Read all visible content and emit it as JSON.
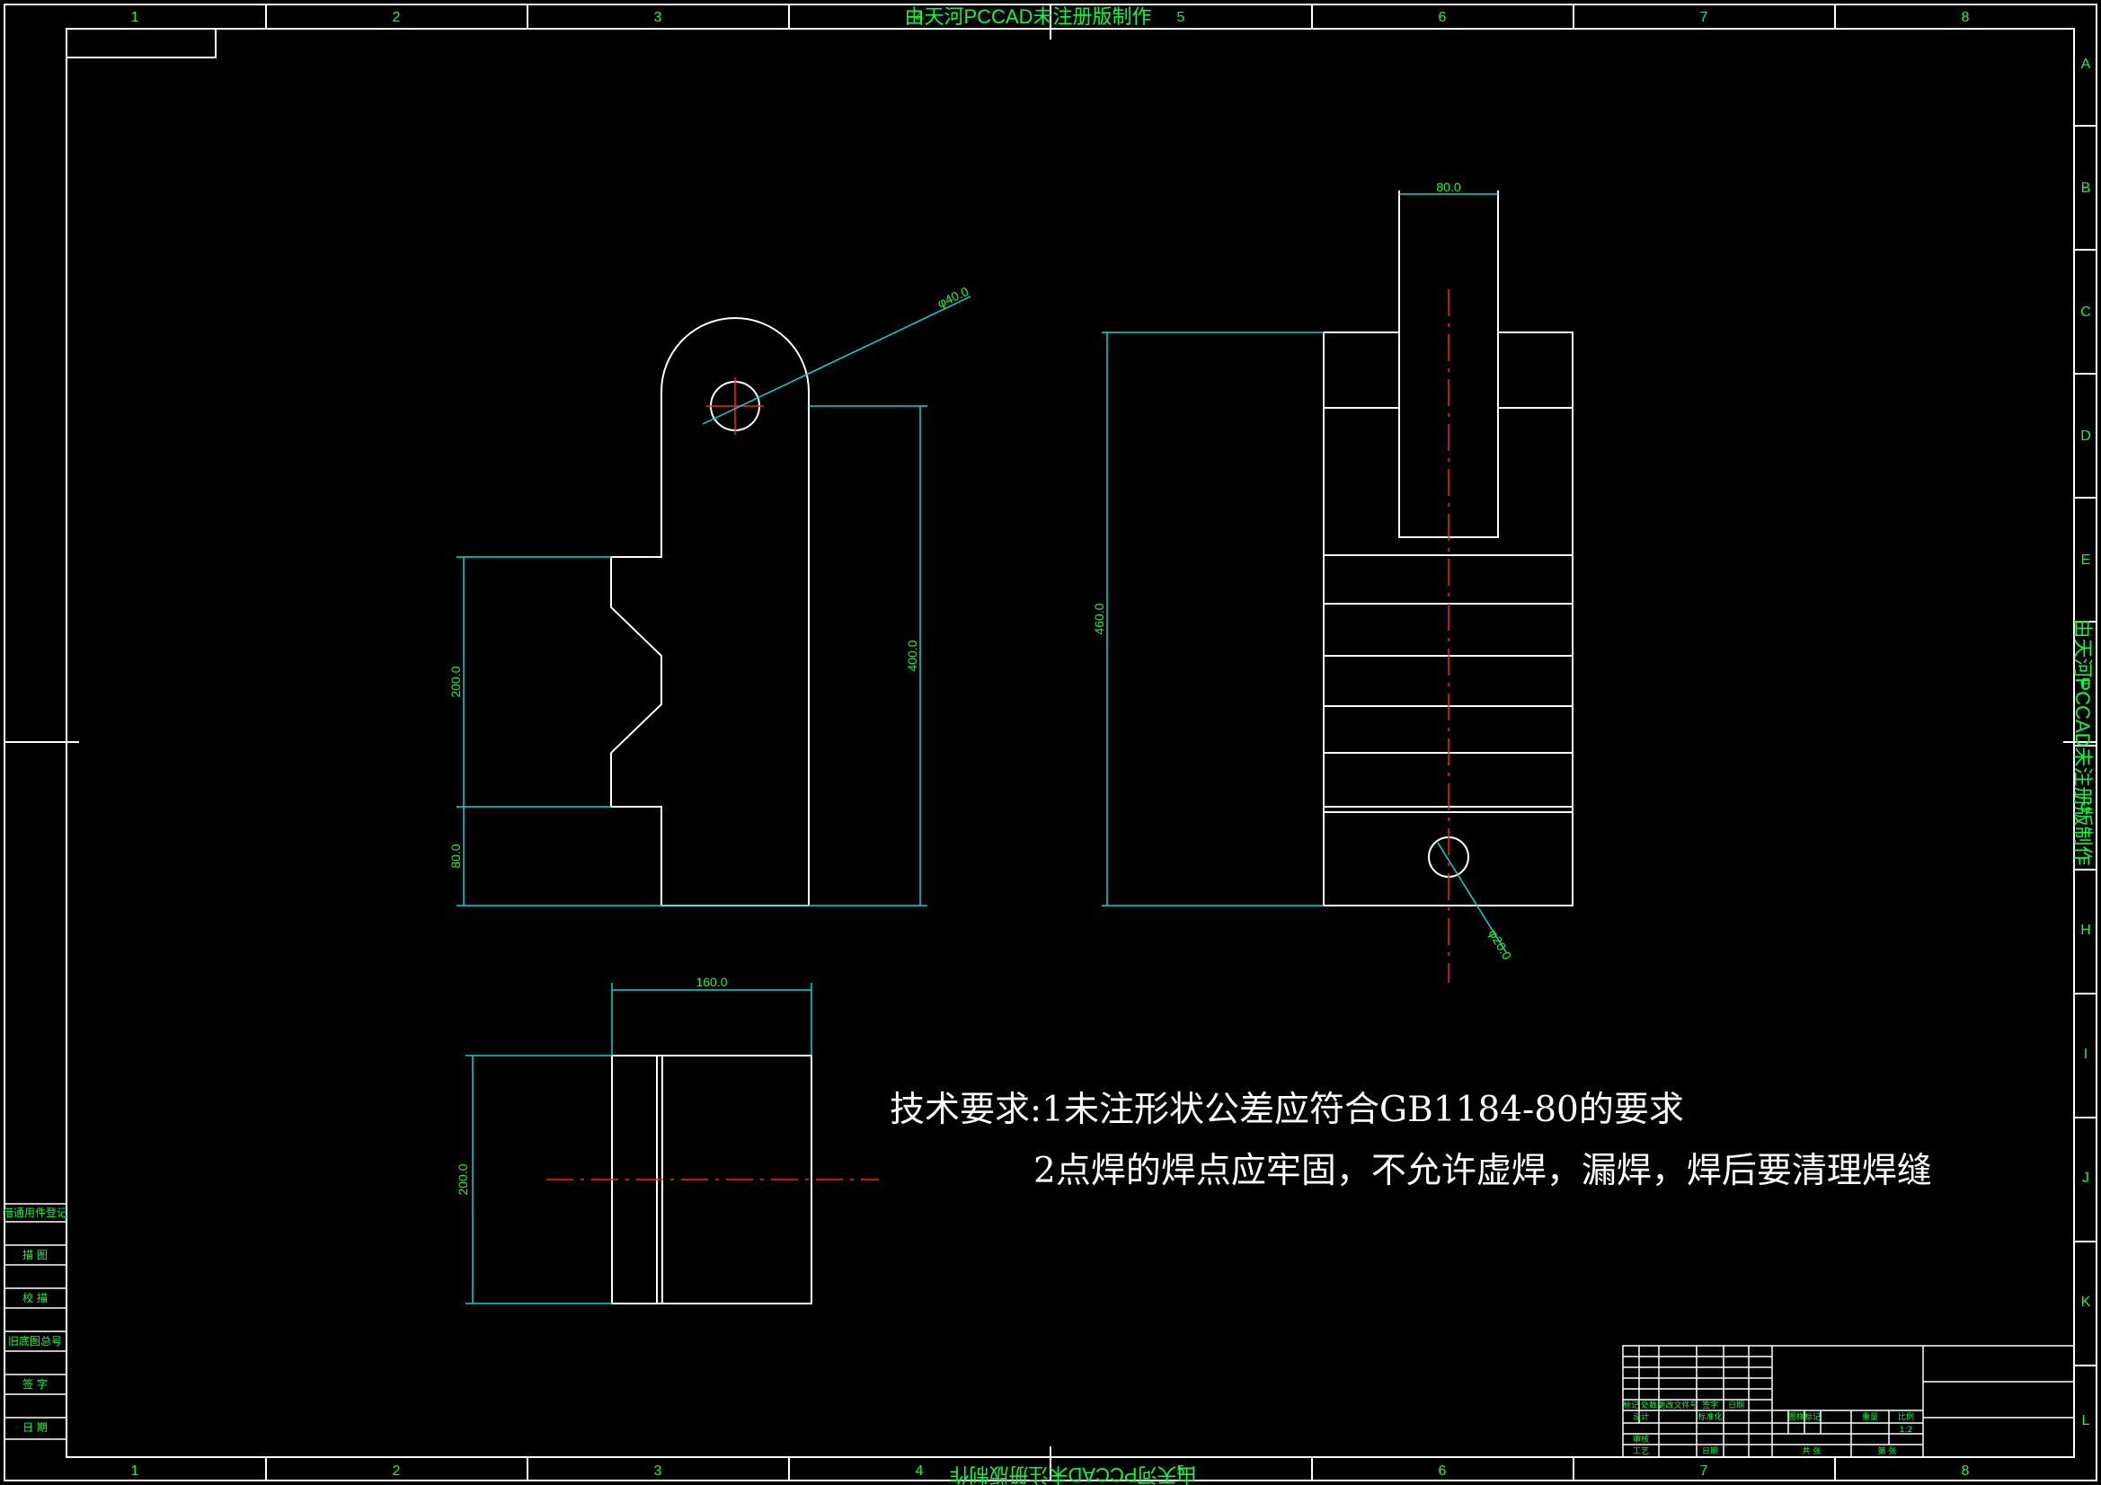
{
  "zones": {
    "columns": [
      "1",
      "2",
      "3",
      "4",
      "5",
      "6",
      "7",
      "8"
    ],
    "rows": [
      "A",
      "B",
      "C",
      "D",
      "E",
      "F",
      "G",
      "H",
      "I",
      "J",
      "K",
      "L"
    ]
  },
  "watermark": "由天河PCCAD未注册版制作",
  "dimensions": {
    "d_hole_top": "φ40.0",
    "h_400": "400.0",
    "h_200": "200.0",
    "h_80": "80.0",
    "w_80": "80.0",
    "h_460": "460.0",
    "d_hole_right": "φ20.0",
    "w_160": "160.0",
    "h_200_bottom": "200.0"
  },
  "technical_requirements": {
    "line1": "技术要求:1未注形状公差应符合GB1184-80的要求",
    "line2": "2点焊的焊点应牢固，不允许虚焊，漏焊，焊后要清理焊缝"
  },
  "side_table": [
    "借通用件登记",
    "描 图",
    "校 描",
    "旧底图总号",
    "签 字",
    "日 期"
  ],
  "title_block": {
    "cells": [
      "标记",
      "处数",
      "更改文件号",
      "签字",
      "日期",
      "设计",
      "标准化",
      "图样标记",
      "重量",
      "比例",
      "审核",
      "工艺",
      "日期",
      "1:2",
      "共 张",
      "第 张"
    ]
  },
  "colors": {
    "background": "#000000",
    "geometry": "#ffffff",
    "annotation": "#00ff3c",
    "dimension": "#00d8d8",
    "centerline": "#ff2020"
  }
}
